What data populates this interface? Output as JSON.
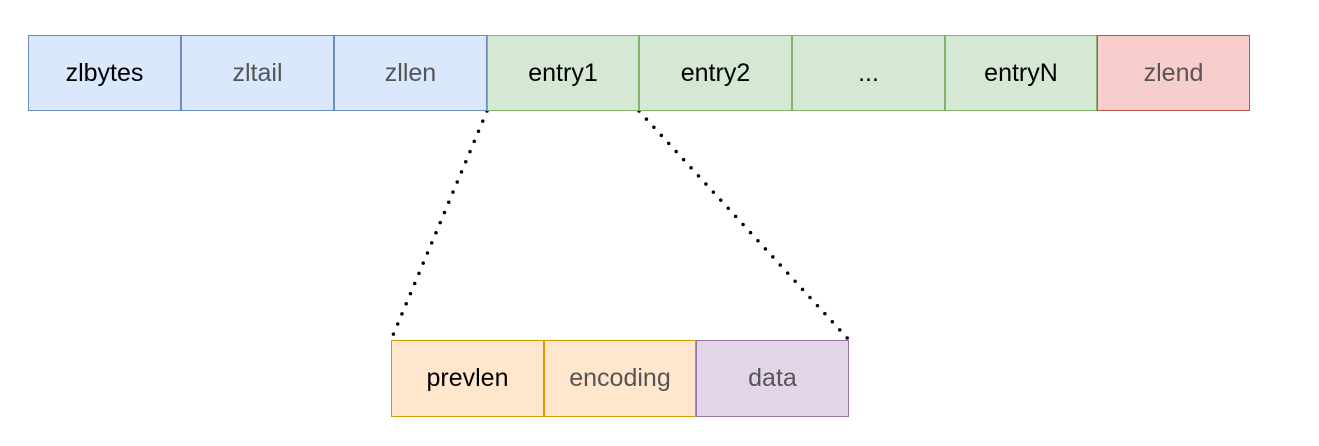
{
  "ziplist": {
    "fields": [
      {
        "label": "zlbytes"
      },
      {
        "label": "zltail"
      },
      {
        "label": "zllen"
      },
      {
        "label": "entry1"
      },
      {
        "label": "entry2"
      },
      {
        "label": "..."
      },
      {
        "label": "entryN"
      },
      {
        "label": "zlend"
      }
    ]
  },
  "entry": {
    "fields": [
      {
        "label": "prevlen"
      },
      {
        "label": "encoding"
      },
      {
        "label": "data"
      }
    ]
  },
  "colors": {
    "header_fill": "#dae8fc",
    "header_stroke": "#6c8ebf",
    "entry_fill": "#d5e8d4",
    "entry_stroke": "#82b366",
    "end_fill": "#f8cecc",
    "end_stroke": "#b85450",
    "prevlen_encoding_fill": "#ffe6cc",
    "prevlen_encoding_stroke": "#d79b00",
    "data_fill": "#e1d5e7",
    "data_stroke": "#9673a6",
    "connector": "#000000"
  }
}
